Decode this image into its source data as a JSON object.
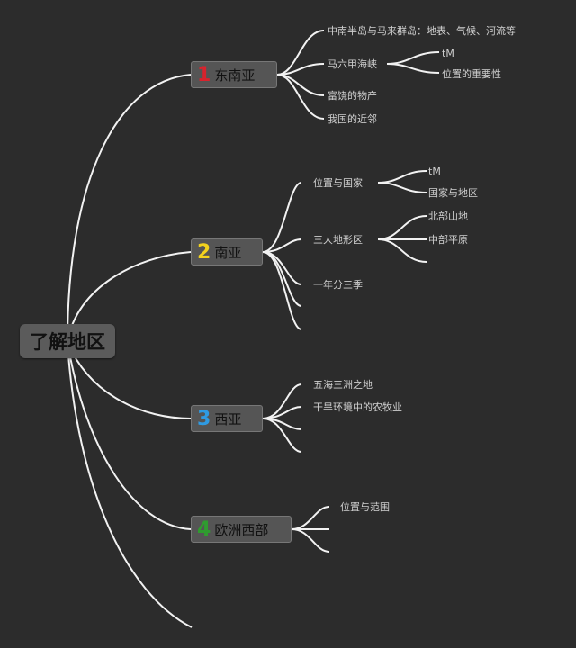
{
  "root": {
    "label": "了解地区"
  },
  "colors": {
    "background": "#2c2c2c",
    "line": "#f2f2f2",
    "num_1": "#d9232d",
    "num_2": "#f2d21e",
    "num_3": "#2f9be3",
    "num_4": "#2f9b2f"
  },
  "topics": [
    {
      "num": "1",
      "label": "东南亚",
      "subs": [
        "中南半岛与马来群岛：地表、气候、河流等",
        "马六甲海峡",
        "富饶的物产",
        "我国的近邻"
      ],
      "subsubs": {
        "马六甲海峡": [
          "tM",
          "位置的重要性"
        ]
      }
    },
    {
      "num": "2",
      "label": "南亚",
      "subs": [
        "位置与国家",
        "三大地形区",
        "一年分三季"
      ],
      "subsubs": {
        "位置与国家": [
          "tM",
          "国家与地区"
        ],
        "三大地形区": [
          "北部山地",
          "中部平原"
        ]
      }
    },
    {
      "num": "3",
      "label": "西亚",
      "subs": [
        "五海三洲之地",
        "干旱环境中的农牧业"
      ]
    },
    {
      "num": "4",
      "label": "欧洲西部",
      "subs": [
        "位置与范围"
      ]
    }
  ]
}
